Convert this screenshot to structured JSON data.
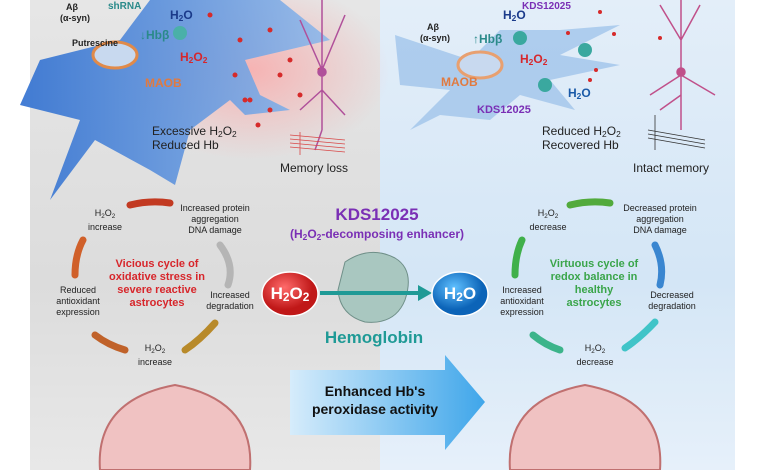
{
  "left_top": {
    "abeta": "Aβ",
    "asyn": "(α-syn)",
    "putrescine": "Putrescine",
    "shrna": "shRNA",
    "hb": "↓Hbβ",
    "h2o": "H2O",
    "h2o2": "H2O2",
    "maob": "MAOB",
    "status1": "Excessive H2O2",
    "status2": "Reduced Hb",
    "memory": "Memory loss"
  },
  "right_top": {
    "abeta": "Aβ",
    "asyn": "(α-syn)",
    "kds_top": "KDS12025",
    "hb": "↑Hbβ",
    "h2o_a": "H2O",
    "h2o2": "H2O2",
    "h2o_b": "H2O",
    "maob": "MAOB",
    "kds": "KDS12025",
    "status1": "Reduced H2O2",
    "status2": "Recovered Hb",
    "memory": "Intact memory"
  },
  "vicious": {
    "title": [
      "Vicious cycle of",
      "oxidative stress in",
      "severe reactive",
      "astrocytes"
    ],
    "n1": [
      "H2O2",
      "increase"
    ],
    "n2": [
      "Increased protein",
      "aggregation",
      "DNA damage"
    ],
    "n3": [
      "Increased",
      "degradation"
    ],
    "n4": [
      "H2O2",
      "increase"
    ],
    "n5": [
      "Reduced",
      "antioxidant",
      "expression"
    ]
  },
  "virtuous": {
    "title": [
      "Virtuous cycle of",
      "redox balance in",
      "healthy",
      "astrocytes"
    ],
    "n1": [
      "H2O2",
      "decrease"
    ],
    "n2": [
      "Decreased protein",
      "aggregation",
      "DNA damage"
    ],
    "n3": [
      "Decreased",
      "degradation"
    ],
    "n4": [
      "H2O2",
      "decrease"
    ],
    "n5": [
      "Increased",
      "antioxidant",
      "expression"
    ]
  },
  "center": {
    "drug": "KDS12025",
    "drug_sub": "(H2O2-decomposing enhancer)",
    "h2o2": "H2O2",
    "h2o": "H2O",
    "hemoglobin": "Hemoglobin",
    "arrow_line1": "Enhanced Hb's",
    "arrow_line2": "peroxidase activity"
  },
  "colors": {
    "red": "#d7262b",
    "purple": "#7a2fb5",
    "teal": "#1f9a96",
    "green": "#3aa54a",
    "blue": "#2c7fd0"
  }
}
